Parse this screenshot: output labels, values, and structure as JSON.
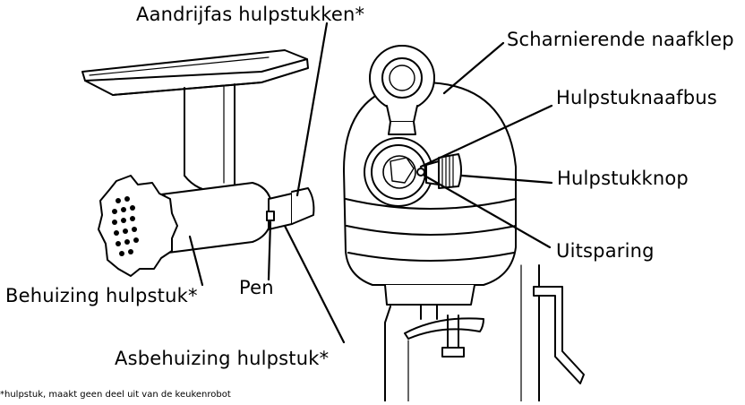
{
  "labels": {
    "aandrijfas": "Aandrijfas hulpstukken*",
    "scharnier": "Scharnierende naafklep",
    "naafbus": "Hulpstuknaafbus",
    "knop": "Hulpstukknop",
    "uitsparing": "Uitsparing",
    "pen": "Pen",
    "behuizing": "Behuizing hulpstuk*",
    "asbehuizing": "Asbehuizing hulpstuk*"
  },
  "footnote": "*hulpstuk, maakt geen deel uit van de keukenrobot"
}
